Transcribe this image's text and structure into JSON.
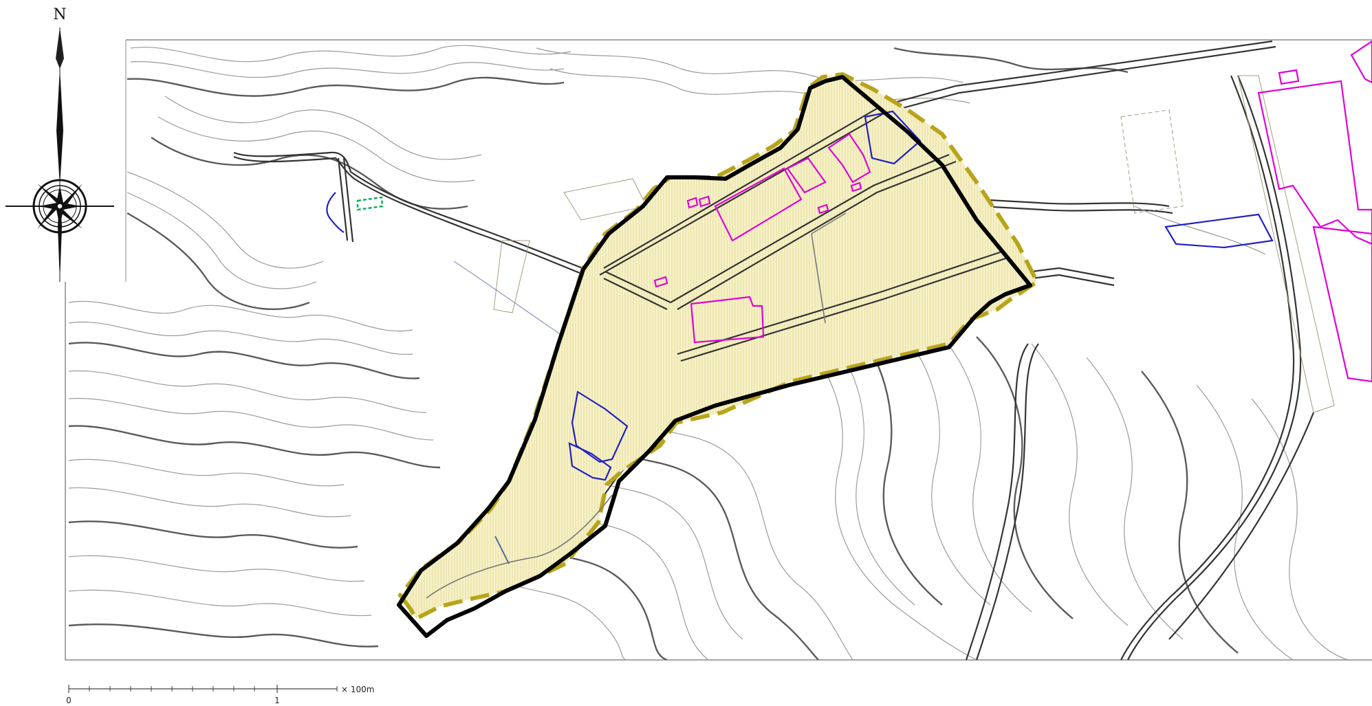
{
  "compass": {
    "north_label": "N"
  },
  "scale_bar": {
    "start_label": "0",
    "mid_label": "1",
    "unit_label": "× 100m"
  },
  "colors": {
    "site_fill": "#f4efc2",
    "site_dashed_outline": "#b8a41a",
    "site_boundary": "#000000",
    "building": "#e000d8",
    "pond": "#2020c0",
    "green_feature": "#10b060",
    "contour": "#9a9a9a",
    "road": "#333333"
  },
  "legend_icons": [
    "north-arrow-icon",
    "compass-rose-icon"
  ]
}
